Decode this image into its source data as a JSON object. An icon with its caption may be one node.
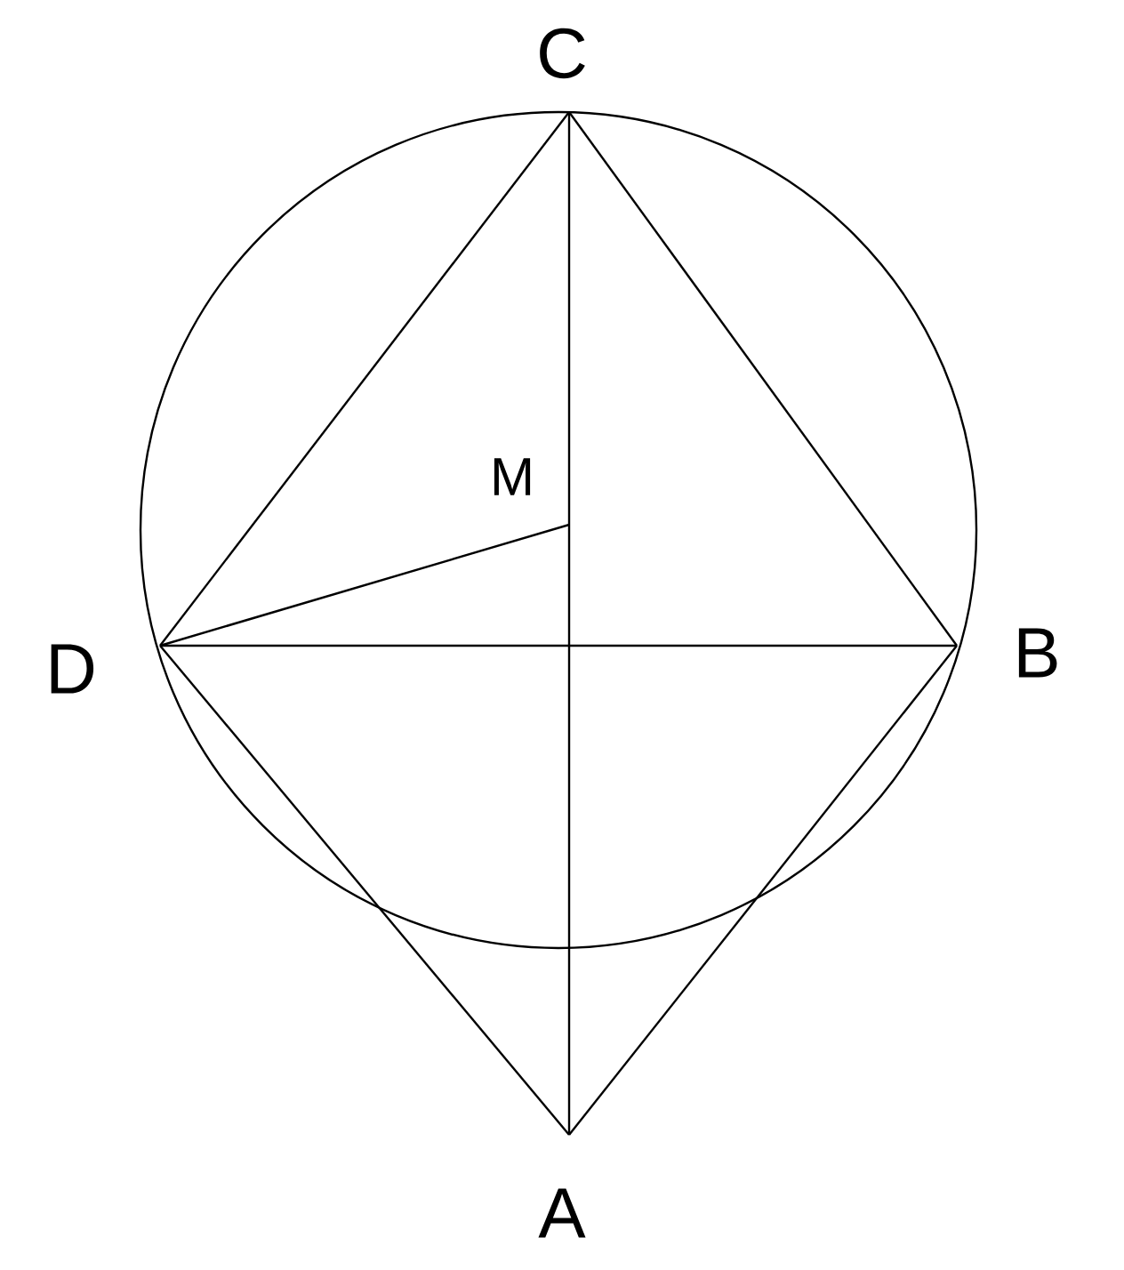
{
  "diagram": {
    "nodes": [
      {
        "text": [
          "C"
        ]
      },
      {
        "text": [
          "B"
        ]
      },
      {
        "text": [
          "A"
        ]
      },
      {
        "text": [
          "D"
        ]
      },
      {
        "text": [
          "M"
        ]
      }
    ],
    "edges": [
      {
        "from": 0,
        "to": 3,
        "arrow": "none"
      },
      {
        "from": 0,
        "to": 1,
        "arrow": "none"
      },
      {
        "from": 0,
        "to": 2,
        "arrow": "none"
      },
      {
        "from": 3,
        "to": 1,
        "arrow": "none"
      },
      {
        "from": 3,
        "to": 2,
        "arrow": "none"
      },
      {
        "from": 1,
        "to": 2,
        "arrow": "none"
      },
      {
        "from": 3,
        "to": 4,
        "arrow": "none"
      }
    ]
  }
}
